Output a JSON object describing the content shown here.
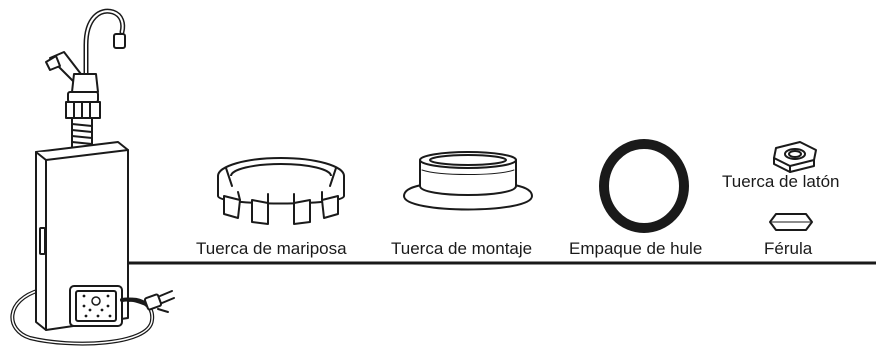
{
  "parts": [
    {
      "id": "wing-nut",
      "label": "Tuerca de mariposa"
    },
    {
      "id": "mounting-nut",
      "label": "Tuerca de montaje"
    },
    {
      "id": "rubber-gasket",
      "label": "Empaque de hule"
    },
    {
      "id": "brass-nut",
      "label": "Tuerca de latón"
    },
    {
      "id": "ferrule",
      "label": "Férula"
    }
  ],
  "colors": {
    "stroke": "#1a1a1a",
    "fill": "#ffffff",
    "text": "#1a1a1a"
  }
}
